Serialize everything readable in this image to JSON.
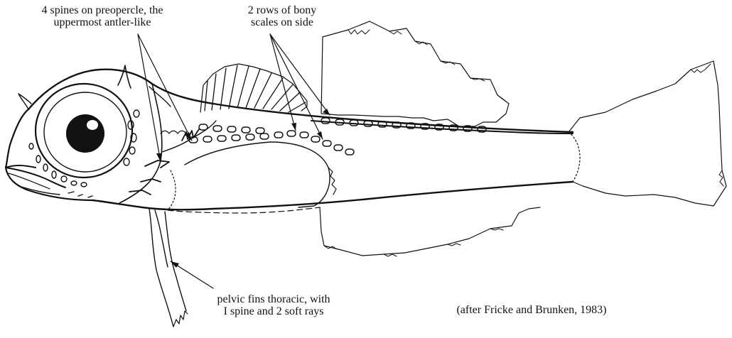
{
  "annotations": {
    "preopercle_spines": [
      "4 spines on preopercle, the",
      "uppermost antler-like"
    ],
    "bony_scales": [
      "2 rows of bony",
      "scales on side"
    ],
    "pelvic_fins": [
      "pelvic fins thoracic, with",
      "I spine and 2 soft rays"
    ]
  },
  "credit": "(after Fricke and Brunken, 1983)",
  "colors": {
    "ink": "#111111",
    "background": "#ffffff"
  }
}
